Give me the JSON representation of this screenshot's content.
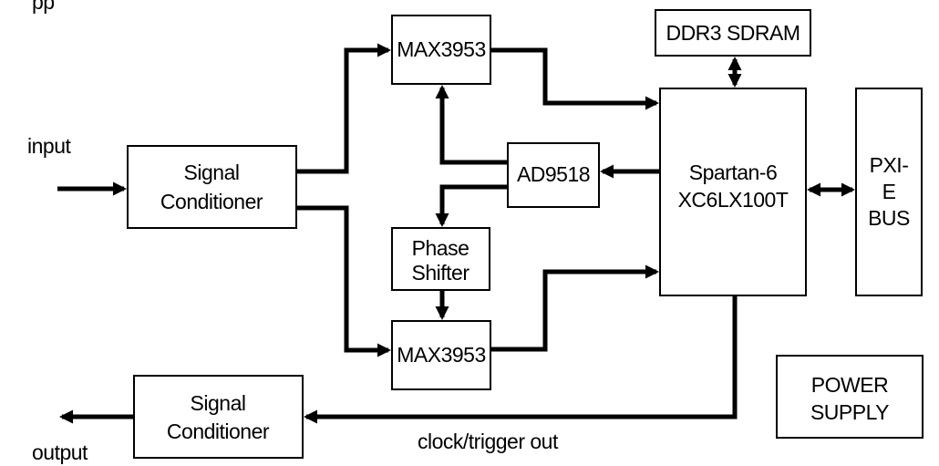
{
  "diagram": {
    "io": {
      "input_label": "input",
      "output_label": "output",
      "clock_trigger_label": "clock/trigger out",
      "top_left_fragment": "pp"
    },
    "blocks": {
      "signal_conditioner_in": {
        "line1": "Signal",
        "line2": "Conditioner"
      },
      "signal_conditioner_out": {
        "line1": "Signal",
        "line2": "Conditioner"
      },
      "max3953_top": {
        "label": "MAX3953"
      },
      "max3953_bottom": {
        "label": "MAX3953"
      },
      "ad9518": {
        "label": "AD9518"
      },
      "phase_shifter": {
        "line1": "Phase",
        "line2": "Shifter"
      },
      "ddr3_sdram": {
        "label": "DDR3 SDRAM"
      },
      "fpga": {
        "line1": "Spartan-6",
        "line2": "XC6LX100T"
      },
      "pxie_bus": {
        "line1": "PXI-",
        "line2": "E",
        "line3": "BUS"
      },
      "power_supply": {
        "line1": "POWER",
        "line2": "SUPPLY"
      }
    }
  }
}
